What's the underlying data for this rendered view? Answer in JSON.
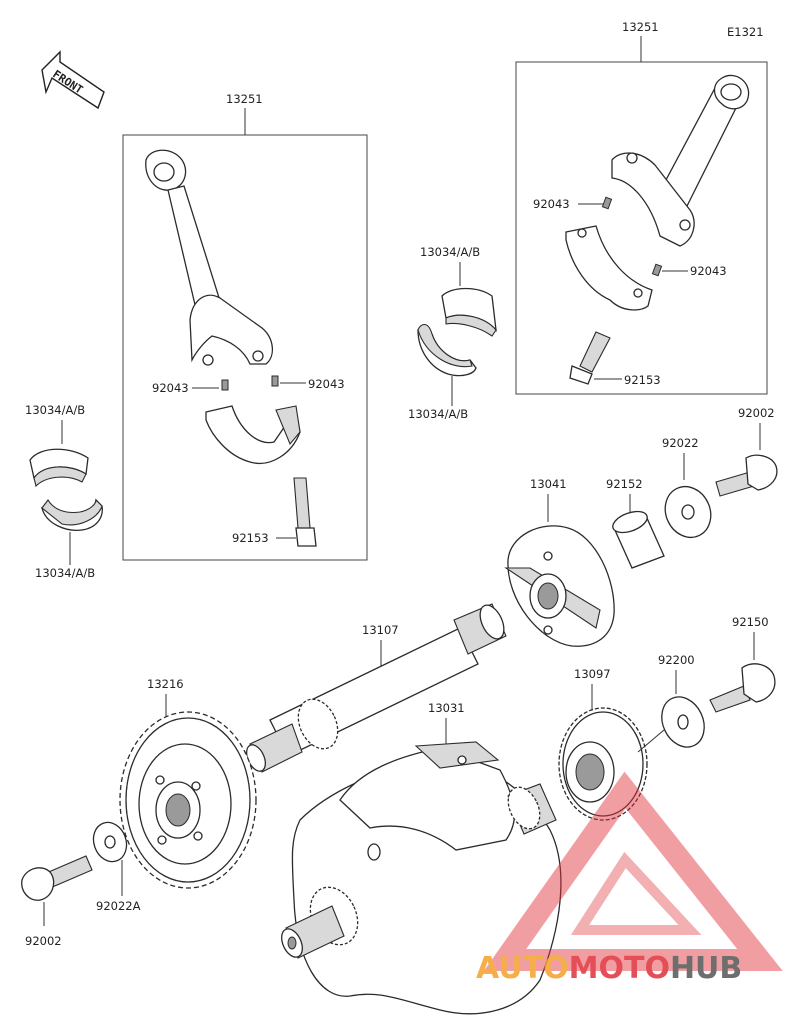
{
  "diagram_code": "E1321",
  "front_label": "FRONT",
  "labels": {
    "conrod_top": "13251",
    "conrod_left": "13251",
    "bearing_left_top": "13034/A/B",
    "bearing_left_bottom": "13034/A/B",
    "bearing_mid_top": "13034/A/B",
    "bearing_mid_bottom": "13034/A/B",
    "pin_top_a": "92043",
    "pin_top_b": "92043",
    "pin_left_a": "92043",
    "pin_left_b": "92043",
    "bolt_top": "92153",
    "bolt_left": "92153",
    "bolt_92002_top": "92002",
    "washer_92022": "92022",
    "collar_92152": "92152",
    "rotor_13041": "13041",
    "bolt_92150": "92150",
    "washer_92200": "92200",
    "gear_13097": "13097",
    "shaft_13107": "13107",
    "gear_13216": "13216",
    "crank_13031": "13031",
    "washer_92022A": "92022A",
    "bolt_92002_bottom": "92002"
  },
  "watermark": {
    "part1": "AUTO",
    "part2": "MOTO",
    "part3": "HUB"
  },
  "colors": {
    "line": "#2b2b2b",
    "watermark_red": "#e0303a",
    "watermark_orange": "#f4a12a",
    "watermark_gray": "#555555"
  }
}
